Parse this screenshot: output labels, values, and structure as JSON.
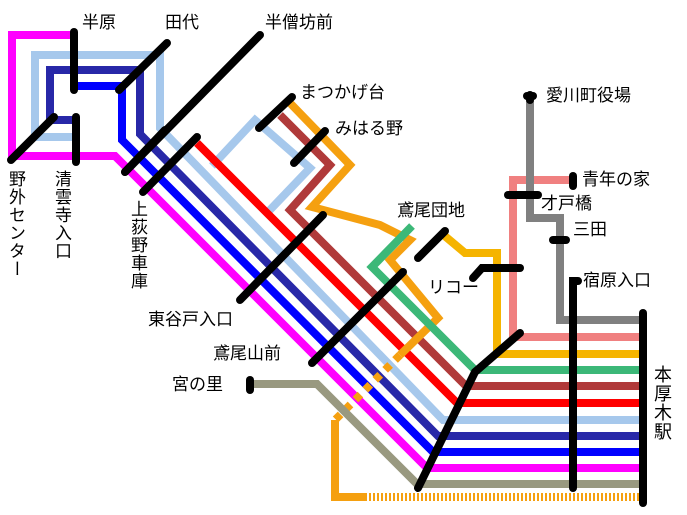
{
  "stops": {
    "handara": "半原",
    "tashiro": "田代",
    "hanzobomae": "半僧坊前",
    "matsukagedai": "まつかげ台",
    "miharuno": "みはる野",
    "aikawa_town_office": "愛川町役場",
    "seinen_no_ie": "青年の家",
    "saidobashi": "才戸橋",
    "sanda": "三田",
    "tobio_danchi": "鳶尾団地",
    "ricoh": "リコー",
    "shukuhara_iriguchi": "宿原入口",
    "yagai_center": "野外センター",
    "seiunji_iriguchi": "清雲寺入口",
    "kamiogino_shako": "上荻野車庫",
    "higashiyato_iriguchi": "東谷戸入口",
    "tobio_yamamae": "鳶尾山前",
    "miyanosato": "宮の里",
    "hon_atsugi_station": "本厚木駅"
  },
  "route_colors": {
    "gray": "#808080",
    "pink": "#f08080",
    "yellow": "#f5b400",
    "green": "#3cb878",
    "brown": "#b03a3a",
    "red": "#ff0000",
    "light_blue": "#a6c8ec",
    "navy": "#2828a8",
    "blue": "#0000ff",
    "magenta": "#ff00ff",
    "olive": "#999980",
    "orange": "#f5a010"
  }
}
